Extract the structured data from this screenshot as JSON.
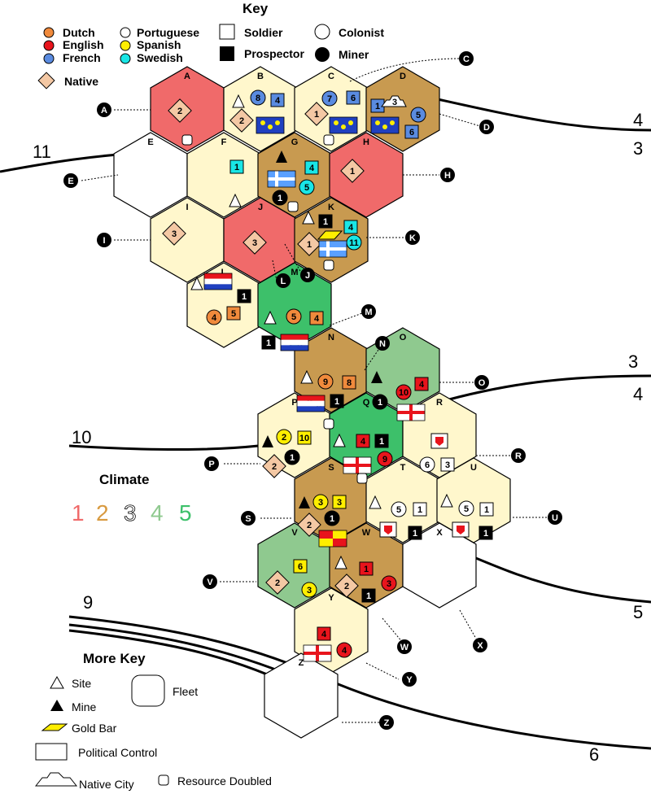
{
  "legend": {
    "title": "Key",
    "nations": [
      {
        "label": "Dutch",
        "color": "#f08a3c"
      },
      {
        "label": "English",
        "color": "#e8141c"
      },
      {
        "label": "French",
        "color": "#5a8be0"
      },
      {
        "label": "Portuguese",
        "color": "#ffffff"
      },
      {
        "label": "Spanish",
        "color": "#ffee00"
      },
      {
        "label": "Swedish",
        "color": "#19e6e6"
      }
    ],
    "native_label": "Native",
    "units": [
      {
        "label": "Soldier"
      },
      {
        "label": "Colonist"
      },
      {
        "label": "Prospector"
      },
      {
        "label": "Miner"
      }
    ]
  },
  "climate": {
    "title": "Climate",
    "values": [
      {
        "label": "1",
        "color": "#f06a6a"
      },
      {
        "label": "2",
        "color": "#d89a40"
      },
      {
        "label": "3",
        "color": "#ffffff"
      },
      {
        "label": "4",
        "color": "#8fc98f"
      },
      {
        "label": "5",
        "color": "#3dc06a"
      }
    ]
  },
  "more_key": {
    "title": "More Key",
    "items": [
      {
        "label": "Site"
      },
      {
        "label": "Mine"
      },
      {
        "label": "Gold Bar"
      },
      {
        "label": "Political Control"
      },
      {
        "label": "Native City"
      },
      {
        "label": "Fleet"
      },
      {
        "label": "Resource Doubled"
      }
    ]
  },
  "region_numbers": [
    "11",
    "4",
    "3",
    "4",
    "3",
    "4",
    "10",
    "9",
    "5",
    "6"
  ],
  "colors": {
    "climate1": "#f06a6a",
    "climate2": "#d89a40",
    "climate3": "#ffffff",
    "climate4": "#8fc98f",
    "climate5": "#3dc06a",
    "cream": "#fff7cc",
    "native": "#f4c8a4"
  },
  "hexes": [
    {
      "id": "A",
      "fill": "#f06a6a"
    },
    {
      "id": "B",
      "fill": "#fff7cc"
    },
    {
      "id": "C",
      "fill": "#fff7cc"
    },
    {
      "id": "D",
      "fill": "#c89a50"
    },
    {
      "id": "E",
      "fill": "#ffffff"
    },
    {
      "id": "F",
      "fill": "#fff7cc"
    },
    {
      "id": "G",
      "fill": "#c89a50"
    },
    {
      "id": "H",
      "fill": "#f06a6a"
    },
    {
      "id": "I",
      "fill": "#fff7cc"
    },
    {
      "id": "J",
      "fill": "#f06a6a"
    },
    {
      "id": "K",
      "fill": "#c89a50"
    },
    {
      "id": "L",
      "fill": "#fff7cc"
    },
    {
      "id": "M",
      "fill": "#3dc06a"
    },
    {
      "id": "N",
      "fill": "#c89a50"
    },
    {
      "id": "O",
      "fill": "#8fc98f"
    },
    {
      "id": "P",
      "fill": "#fff7cc"
    },
    {
      "id": "Q",
      "fill": "#3dc06a"
    },
    {
      "id": "R",
      "fill": "#fff7cc"
    },
    {
      "id": "S",
      "fill": "#c89a50"
    },
    {
      "id": "T",
      "fill": "#fff7cc"
    },
    {
      "id": "U",
      "fill": "#fff7cc"
    },
    {
      "id": "V",
      "fill": "#8fc98f"
    },
    {
      "id": "W",
      "fill": "#c89a50"
    },
    {
      "id": "X",
      "fill": "#ffffff"
    },
    {
      "id": "Y",
      "fill": "#fff7cc"
    },
    {
      "id": "Z",
      "fill": "#ffffff"
    }
  ],
  "counters": {
    "A_native": "2",
    "B_french": "8",
    "B_frenchsq": "4",
    "B_native": "2",
    "C_french": "7",
    "C_frenchsq": "6",
    "C_native": "1",
    "D_frsq1": "1",
    "D_city": "3",
    "D_frcirc": "5",
    "D_frsq2": "6",
    "F_swsq": "1",
    "G_swsq": "4",
    "G_swcirc": "5",
    "G_miner": "1",
    "H_native": "1",
    "I_native": "3",
    "J_native": "3",
    "K_prosp": "1",
    "K_swsq": "4",
    "K_swcirc": "11",
    "K_native": "1",
    "L_prosp": "1",
    "L_dcirc": "4",
    "L_dsq": "5",
    "M_dcirc": "5",
    "M_dsq": "4",
    "M_prosp": "1",
    "N_dcirc": "9",
    "N_dsq": "8",
    "N_prosp": "1",
    "O_esq": "4",
    "O_ecirc": "10",
    "O_miner": "1",
    "P_scirc": "2",
    "P_ssq": "10",
    "P_miner": "1",
    "P_native": "2",
    "Q_esq": "4",
    "Q_prosp": "1",
    "Q_ecirc": "9",
    "R_pcirc": "6",
    "R_psq": "3",
    "S_scirc": "3",
    "S_ssq": "3",
    "S_miner": "1",
    "S_native": "2",
    "T_pcirc": "5",
    "T_psq": "1",
    "T_prosp": "1",
    "U_pcirc": "5",
    "U_psq": "1",
    "U_prosp": "1",
    "V_ssq": "6",
    "V_scirc": "3",
    "V_native": "2",
    "W_esq": "1",
    "W_ecirc": "3",
    "W_prosp": "1",
    "W_native": "2",
    "Y_esq": "4",
    "Y_ecirc": "4"
  }
}
